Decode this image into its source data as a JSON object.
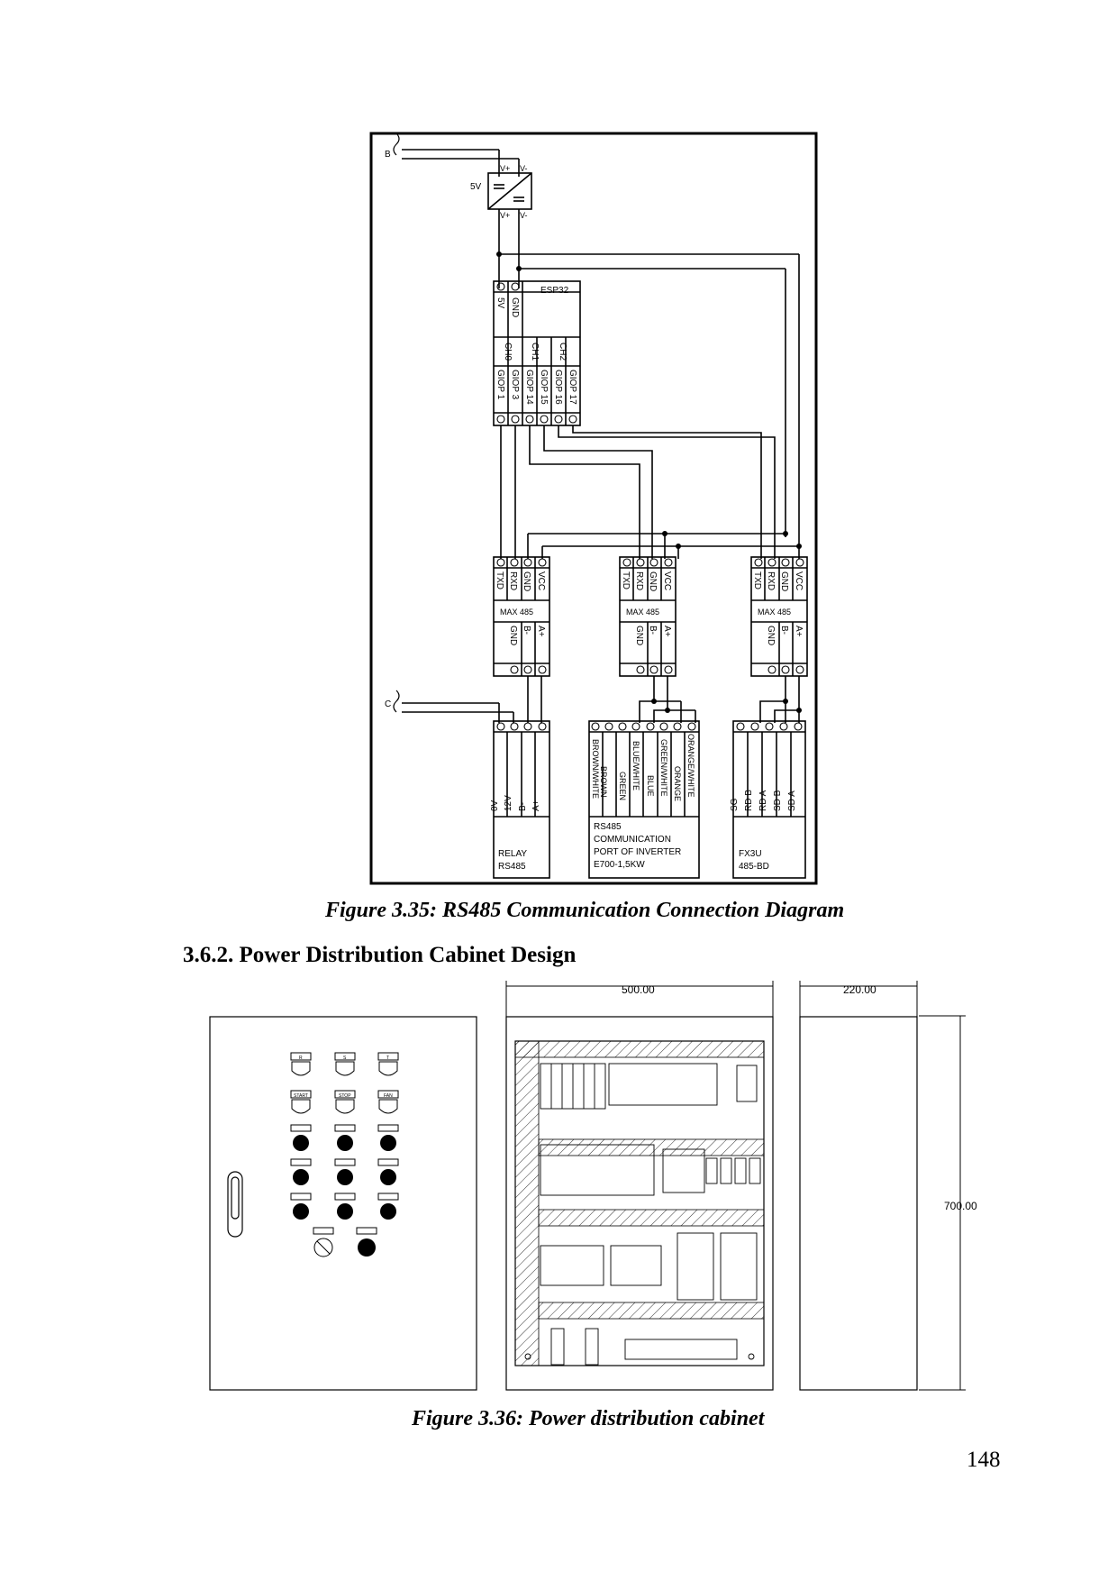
{
  "figure_1": {
    "caption": "Figure 3.35: RS485 Communication Connection Diagram",
    "wire_labels": {
      "b": "B",
      "c": "C"
    },
    "psu": {
      "label": "5V",
      "in_pos": "V+",
      "in_neg": "V-",
      "out_pos": "V+",
      "out_neg": "V-"
    },
    "esp32": {
      "title": "ESP32",
      "power_pins": [
        "5V",
        "GND"
      ],
      "channels": [
        "CH0",
        "CH1",
        "CH2"
      ],
      "gpio_pins": [
        "GIOP 1",
        "GIOP 3",
        "GIOP 14",
        "GIOP 15",
        "GIOP 16",
        "GIOP 17"
      ]
    },
    "max485": {
      "title": "MAX 485",
      "top_pins": [
        "TXD",
        "RXD",
        "GND",
        "VCC"
      ],
      "bottom_pins": [
        "GND",
        "B-",
        "A+"
      ]
    },
    "relay": {
      "pins": [
        "0V",
        "12V",
        "B-",
        "A+"
      ],
      "label_line1": "RELAY",
      "label_line2": "RS485"
    },
    "inverter": {
      "pins": [
        "BROWN/WHITE",
        "BROWN",
        "GREEN",
        "BLUE/WHITE",
        "BLUE",
        "GREEN/WHITE",
        "ORANGE",
        "ORANGE/WHITE"
      ],
      "label_lines": [
        "RS485",
        "COMMUNICATION",
        "PORT OF INVERTER",
        "E700-1,5KW"
      ]
    },
    "fx3u": {
      "pins": [
        "SG",
        "RD B",
        "RD A",
        "SD B",
        "SD A"
      ],
      "label_line1": "FX3U",
      "label_line2": "485-BD"
    }
  },
  "section": {
    "heading": "3.6.2.  Power Distribution Cabinet Design"
  },
  "figure_2": {
    "caption": "Figure 3.36: Power distribution cabinet",
    "dim_width": "500.00",
    "dim_depth": "220.00",
    "dim_height": "700.00",
    "front_button_labels": [
      "R",
      "S",
      "T",
      "START",
      "STOP",
      "FAN"
    ]
  },
  "page_number": "148"
}
